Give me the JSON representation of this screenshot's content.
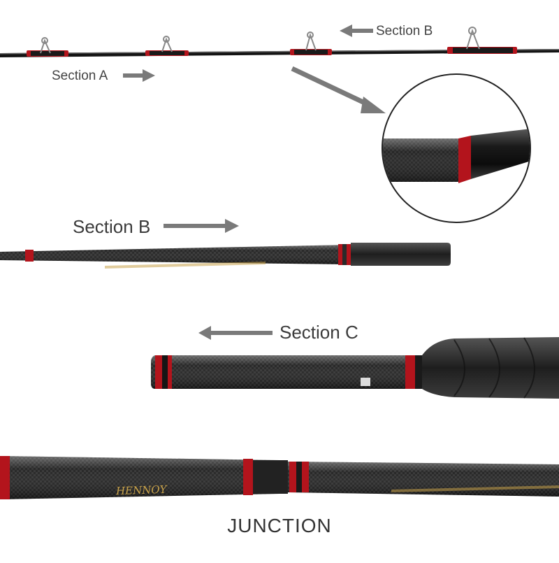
{
  "labels": {
    "section_a": "Section A",
    "section_b_top": "Section B",
    "section_b": "Section B",
    "section_c": "Section C",
    "junction": "JUNCTION"
  },
  "brand_text": "HENNOY",
  "colors": {
    "rod": "#151515",
    "carbon": "#2a2a2a",
    "wrap_red": "#b3141c",
    "arrow": "#7a7a7a",
    "label": "#444444",
    "gold": "#c8a24a"
  }
}
